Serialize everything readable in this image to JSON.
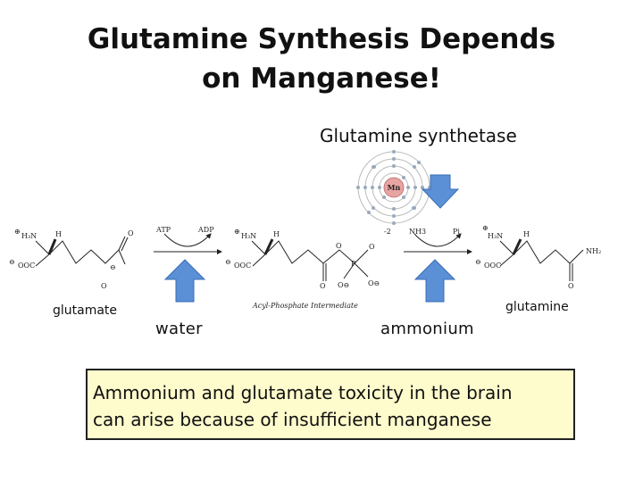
{
  "slide": {
    "title_line1": "Glutamine Synthesis Depends",
    "title_line2": "on Manganese!",
    "enzyme_label": "Glutamine synthetase",
    "atom_symbol": "Mn",
    "reagents": {
      "atp": "ATP",
      "adp": "ADP",
      "nh3": "NH3",
      "pi": "Pi"
    },
    "intermediate_label": "Acyl-Phosphate Intermediate",
    "labels": {
      "glutamate": "glutamate",
      "water": "water",
      "ammonium": "ammonium",
      "glutamine": "glutamine"
    },
    "callout_line1": "Ammonium and glutamate toxicity in the brain",
    "callout_line2": "can arise because of insufficient manganese"
  },
  "colors": {
    "arrow_fill": "#5b8fd6",
    "arrow_stroke": "#3a6fb8",
    "callout_bg": "#fefbcc",
    "mn_fill": "#e8a3a3"
  }
}
